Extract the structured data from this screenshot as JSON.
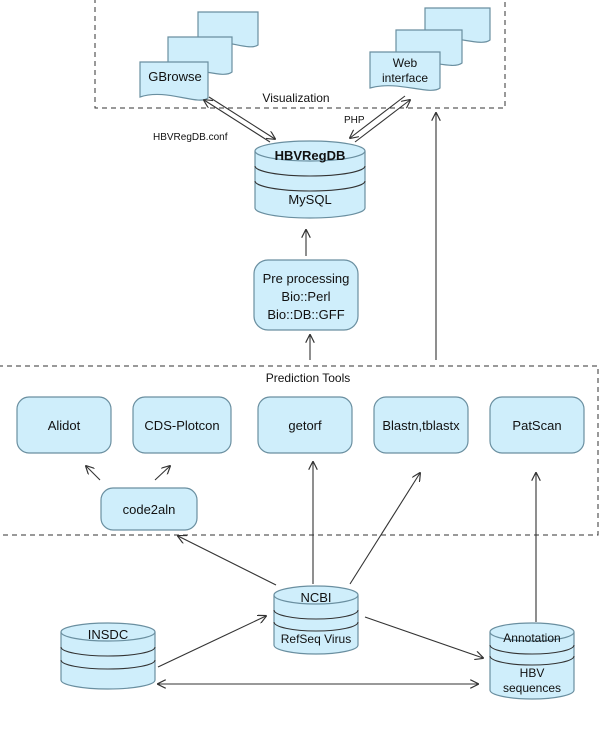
{
  "groups": {
    "visualization": "Visualization",
    "prediction_tools": "Prediction Tools"
  },
  "documents": {
    "gbrowse": "GBrowse",
    "web_interface_line1": "Web",
    "web_interface_line2": "interface"
  },
  "edge_labels": {
    "conf": "HBVRegDB.conf",
    "php": "PHP"
  },
  "database": {
    "name": "HBVRegDB",
    "engine": "MySQL"
  },
  "preprocessing": {
    "line1": "Pre processing",
    "line2": "Bio::Perl",
    "line3": "Bio::DB::GFF"
  },
  "tools": {
    "alidot": "Alidot",
    "cds_plotcon": "CDS-Plotcon",
    "getorf": "getorf",
    "blast": "Blastn,tblastx",
    "patscan": "PatScan",
    "code2aln": "code2aln"
  },
  "sources": {
    "insdc": "INSDC",
    "ncbi": "NCBI",
    "refseq": "RefSeq Virus",
    "annotation": "Annotation",
    "hbv_line1": "HBV",
    "hbv_line2": "sequences"
  }
}
